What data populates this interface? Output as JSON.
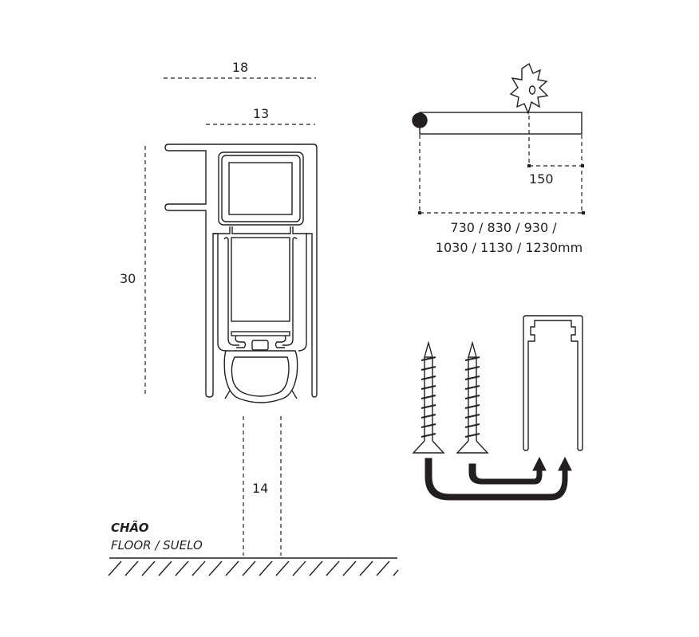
{
  "profile_section": {
    "dim_width_total": "18",
    "dim_width_inner": "13",
    "dim_height": "30",
    "dim_gap": "14"
  },
  "floor": {
    "label_pt": "CHÃO",
    "label_en_es": "FLOOR / SUELO"
  },
  "cutting": {
    "dim_cut": "150",
    "lengths_line1": "730 / 830 / 930 /",
    "lengths_line2": "1030 / 1130 / 1230mm"
  },
  "colors": {
    "ink": "#231f20",
    "background": "#ffffff"
  }
}
